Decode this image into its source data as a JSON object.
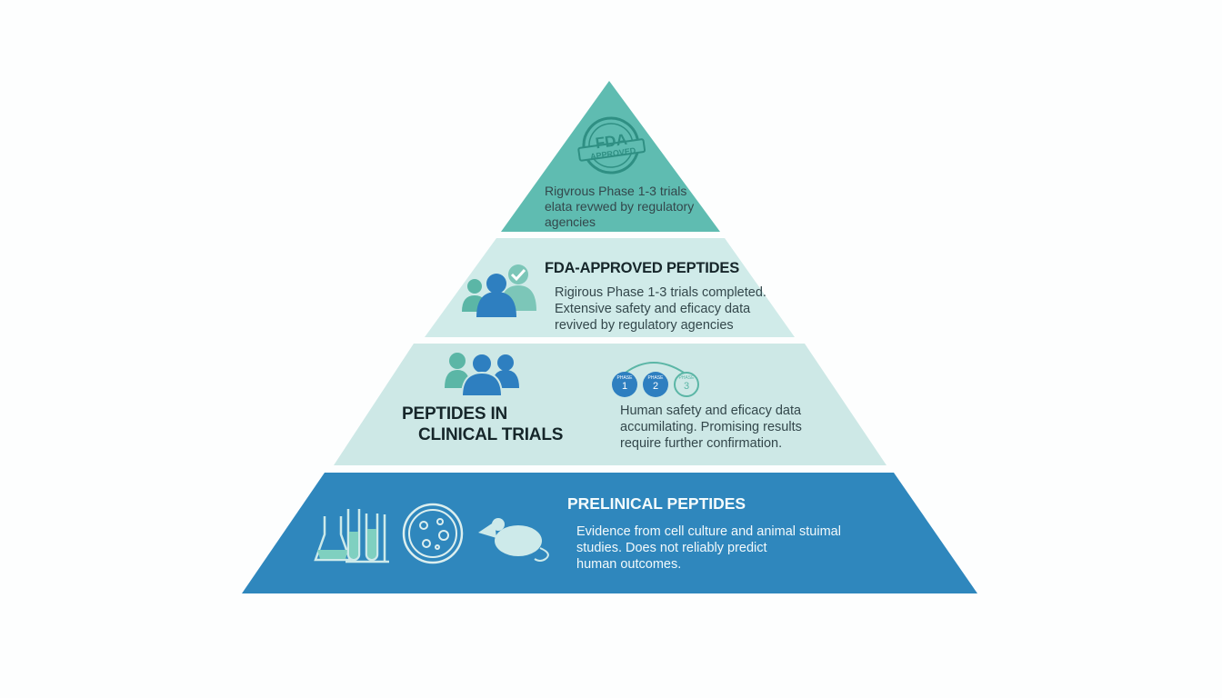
{
  "colors": {
    "tier1": "#5fbcb1",
    "tier2": "#d0ebe9",
    "tier3": "#cde8e6",
    "tier4": "#2f87bd",
    "accent_blue": "#2e7fc0",
    "accent_teal": "#5bb6a6",
    "background": "#fdfefe"
  },
  "pyramid": {
    "tiers": [
      {
        "id": "top",
        "badge_line1": "FDA",
        "badge_line2": "APPROVED",
        "icon": "fda-approved-stamp-icon",
        "title": "",
        "description_lines": [
          "Rigvrous Phase 1-3 trials",
          "elata revwed by regulatory",
          "agencies"
        ]
      },
      {
        "id": "fda-approved",
        "icon": "people-checkmark-icon",
        "title": "FDA-APPROVED PEPTIDES",
        "description_lines": [
          "Rigirous Phase 1-3 trials completed.",
          "Extensive safety and eficacy data",
          "revived by regulatory agencies"
        ]
      },
      {
        "id": "clinical-trials",
        "icon": "people-group-icon",
        "title_lines": [
          "PEPTIDES IN",
          "CLINICAL TRIALS"
        ],
        "phases": [
          {
            "label": "PHASE",
            "number": "1"
          },
          {
            "label": "PHASE",
            "number": "2"
          },
          {
            "label": "PHASE",
            "number": "3"
          }
        ],
        "description_lines": [
          "Human safety and eficacy data",
          "accumilating. Promising results",
          "require further confirmation."
        ]
      },
      {
        "id": "preclinical",
        "icons": [
          "lab-flask-tubes-icon",
          "petri-dish-icon",
          "mouse-icon"
        ],
        "title": "PRELINICAL PEPTIDES",
        "description_lines": [
          "Evidence from cell culture and animal stuimal",
          "studies. Does not reliably predict",
          "human outcomes."
        ]
      }
    ]
  }
}
